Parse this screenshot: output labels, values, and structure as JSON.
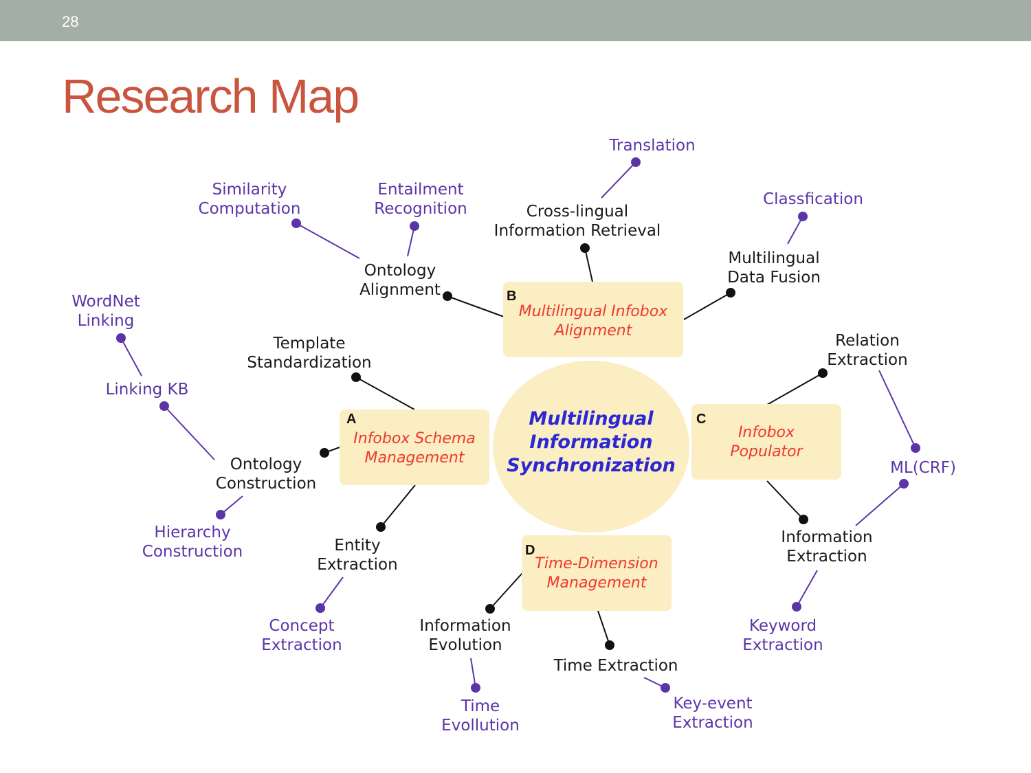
{
  "slide": {
    "number": "28",
    "title": "Research Map"
  },
  "colors": {
    "topbar": "#a2aea6",
    "title": "#c9553e",
    "box_fill": "#fbeec3",
    "box_text": "#f0382c",
    "center_text": "#2a27d6",
    "purple": "#5b35a8"
  },
  "center": {
    "line1": "Multilingual",
    "line2": "Information",
    "line3": "Synchronization"
  },
  "boxes": {
    "a": {
      "letter": "A",
      "line1": "Infobox Schema",
      "line2": "Management"
    },
    "b": {
      "letter": "B",
      "line1": "Multilingual Infobox",
      "line2": "Alignment"
    },
    "c": {
      "letter": "C",
      "line1": "Infobox",
      "line2": "Populator"
    },
    "d": {
      "letter": "D",
      "line1": "Time-Dimension",
      "line2": "Management"
    }
  },
  "nodes": {
    "translation": {
      "line1": "Translation"
    },
    "similarity": {
      "line1": "Similarity",
      "line2": "Computation"
    },
    "entailment": {
      "line1": "Entailment",
      "line2": "Recognition"
    },
    "crosslingual": {
      "line1": "Cross-lingual",
      "line2": "Information Retrieval"
    },
    "classification": {
      "line1": "Classfication"
    },
    "ontology_alignment": {
      "line1": "Ontology",
      "line2": "Alignment"
    },
    "multilingual_fusion": {
      "line1": "Multilingual",
      "line2": "Data Fusion"
    },
    "wordnet": {
      "line1": "WordNet",
      "line2": "Linking"
    },
    "template": {
      "line1": "Template",
      "line2": "Standardization"
    },
    "relation": {
      "line1": "Relation",
      "line2": "Extraction"
    },
    "linking_kb": {
      "line1": "Linking KB"
    },
    "ontology_construction": {
      "line1": "Ontology",
      "line2": "Construction"
    },
    "mlcrf": {
      "line1": "ML(CRF)"
    },
    "hierarchy": {
      "line1": "Hierarchy",
      "line2": "Construction"
    },
    "entity": {
      "line1": "Entity",
      "line2": "Extraction"
    },
    "info_extraction": {
      "line1": "Information",
      "line2": "Extraction"
    },
    "concept": {
      "line1": "Concept",
      "line2": "Extraction"
    },
    "info_evolution": {
      "line1": "Information",
      "line2": "Evolution"
    },
    "keyword": {
      "line1": "Keyword",
      "line2": "Extraction"
    },
    "time_extraction": {
      "line1": "Time Extraction"
    },
    "time_evol": {
      "line1": "Time",
      "line2": "Evollution"
    },
    "keyevent": {
      "line1": "Key-event",
      "line2": "Extraction"
    }
  }
}
